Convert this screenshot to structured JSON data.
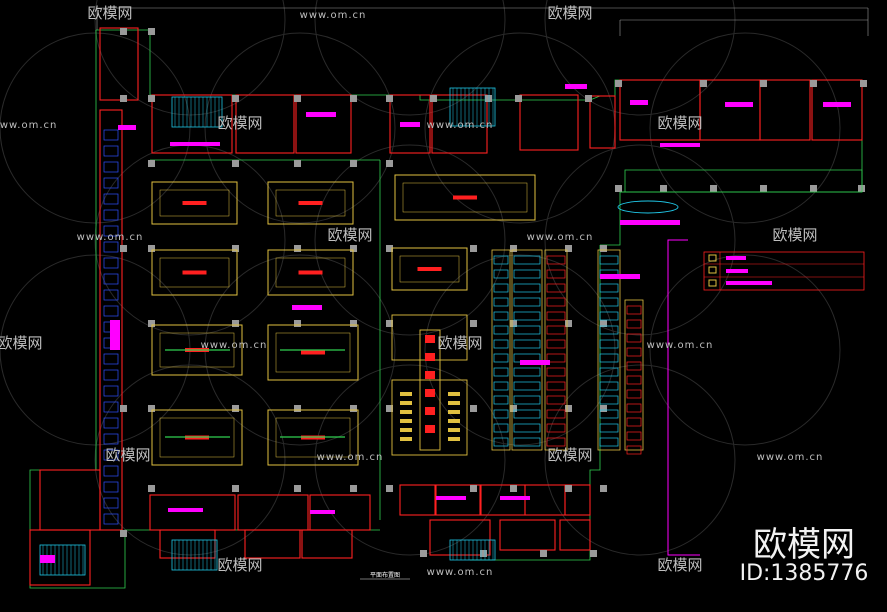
{
  "drawing": {
    "title": "平面布置图",
    "background": "#000000",
    "colors": {
      "wall": "#ff2020",
      "furniture": "#e0c040",
      "outline": "#30d050",
      "cyan": "#20c8e8",
      "magenta": "#ff00ff",
      "white": "#e6e6e6",
      "gray": "#9a9a9a",
      "blue": "#3050ff"
    }
  },
  "watermark": {
    "brand": "欧模网",
    "url": "www.om.cn",
    "big_brand": "欧模网",
    "id_text": "ID:1385776"
  }
}
